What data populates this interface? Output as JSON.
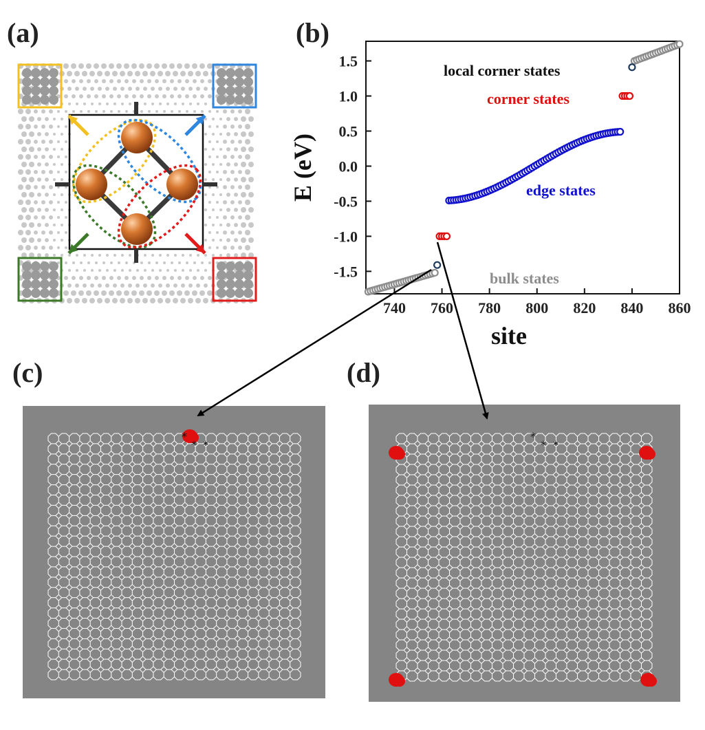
{
  "panels": {
    "a": "(a)",
    "b": "(b)",
    "c": "(c)",
    "d": "(d)"
  },
  "colors": {
    "bulk": "#8c8c8c",
    "edge": "#1111cc",
    "corner": "#e01010",
    "local": "#1d3a5c",
    "gray_bg": "#858585",
    "lattice": "#ffffff",
    "atom": "#c86a28",
    "yellow": "#f2c021",
    "blue": "#2e86de",
    "green": "#3c7a2a",
    "red": "#e21b1b"
  },
  "chart_data": {
    "type": "scatter",
    "xlabel": "site",
    "ylabel": "E (eV)",
    "xlim": [
      728,
      860
    ],
    "ylim": [
      -1.82,
      1.78
    ],
    "xticks": [
      740,
      760,
      780,
      800,
      820,
      840,
      860
    ],
    "yticks": [
      -1.5,
      -1.0,
      -0.5,
      0.0,
      0.5,
      1.0,
      1.5
    ],
    "ytick_labels": [
      "-1.5",
      "-1.0",
      "-0.5",
      "0.0",
      "0.5",
      "1.0",
      "1.5"
    ],
    "series": [
      {
        "name": "bulk states",
        "color": "#8c8c8c",
        "x_start": 729,
        "x_end": 757,
        "y_start": -1.79,
        "y_end": -1.52
      },
      {
        "name": "bulk states",
        "color": "#8c8c8c",
        "x_start": 841,
        "x_end": 860,
        "y_start": 1.5,
        "y_end": 1.74
      },
      {
        "name": "local corner states",
        "color": "#1d3a5c",
        "points": [
          [
            758,
            -1.41
          ],
          [
            840,
            1.41
          ]
        ]
      },
      {
        "name": "corner states",
        "color": "#e01010",
        "points": [
          [
            759,
            -1.0
          ],
          [
            760,
            -1.0
          ],
          [
            761,
            -1.0
          ],
          [
            762,
            -1.0
          ],
          [
            836,
            1.0
          ],
          [
            837,
            1.0
          ],
          [
            838,
            1.0
          ],
          [
            839,
            1.0
          ]
        ]
      },
      {
        "name": "edge states",
        "color": "#1111cc",
        "x_start": 763,
        "x_end": 835,
        "y_start": -0.49,
        "y_end": 0.49
      }
    ],
    "annotations": [
      {
        "text": "local corner states",
        "color": "#111111"
      },
      {
        "text": "corner states",
        "color": "#e01010"
      },
      {
        "text": "edge states",
        "color": "#1111cc"
      },
      {
        "text": "bulk states",
        "color": "#8c8c8c"
      }
    ]
  }
}
